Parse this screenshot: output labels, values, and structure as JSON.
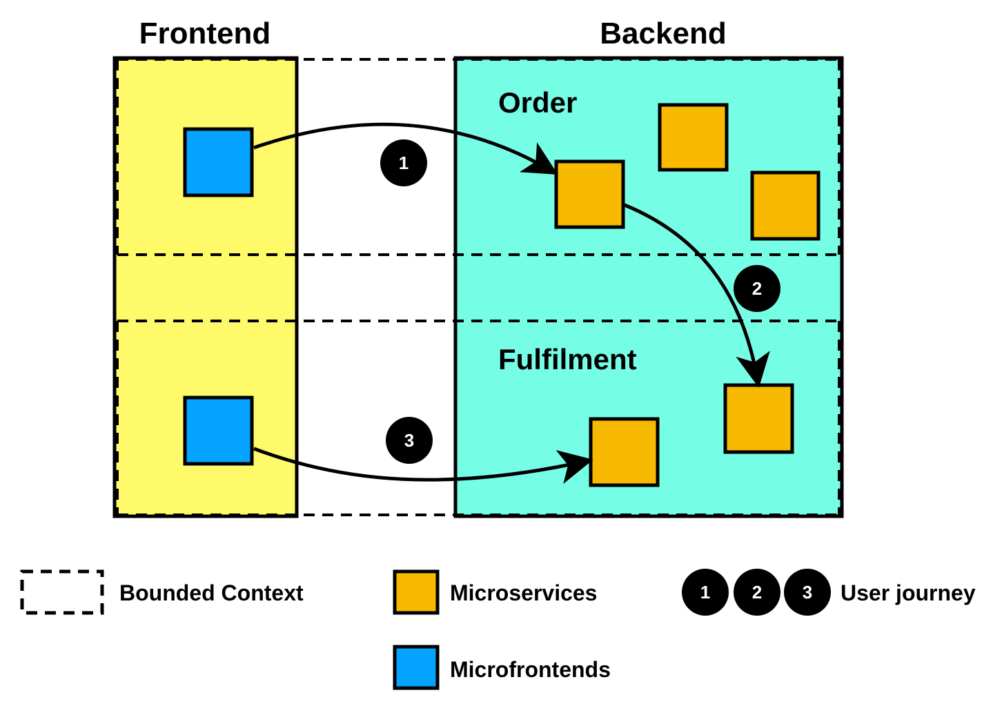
{
  "titles": {
    "frontend": "Frontend",
    "backend": "Backend"
  },
  "contexts": {
    "order": "Order",
    "fulfilment": "Fulfilment"
  },
  "journey_steps": [
    "1",
    "2",
    "3"
  ],
  "legend": {
    "bounded_context": "Bounded Context",
    "microservices": "Microservices",
    "microfrontends": "Microfrontends",
    "user_journey": "User journey",
    "journey_badges": [
      "1",
      "2",
      "3"
    ]
  },
  "colors": {
    "frontend_bg": "#FFFA6A",
    "backend_bg": "#76FDE6",
    "microservice": "#F7BA00",
    "microfrontend": "#04A3FF",
    "badge": "#000000",
    "outline": "#000000"
  }
}
